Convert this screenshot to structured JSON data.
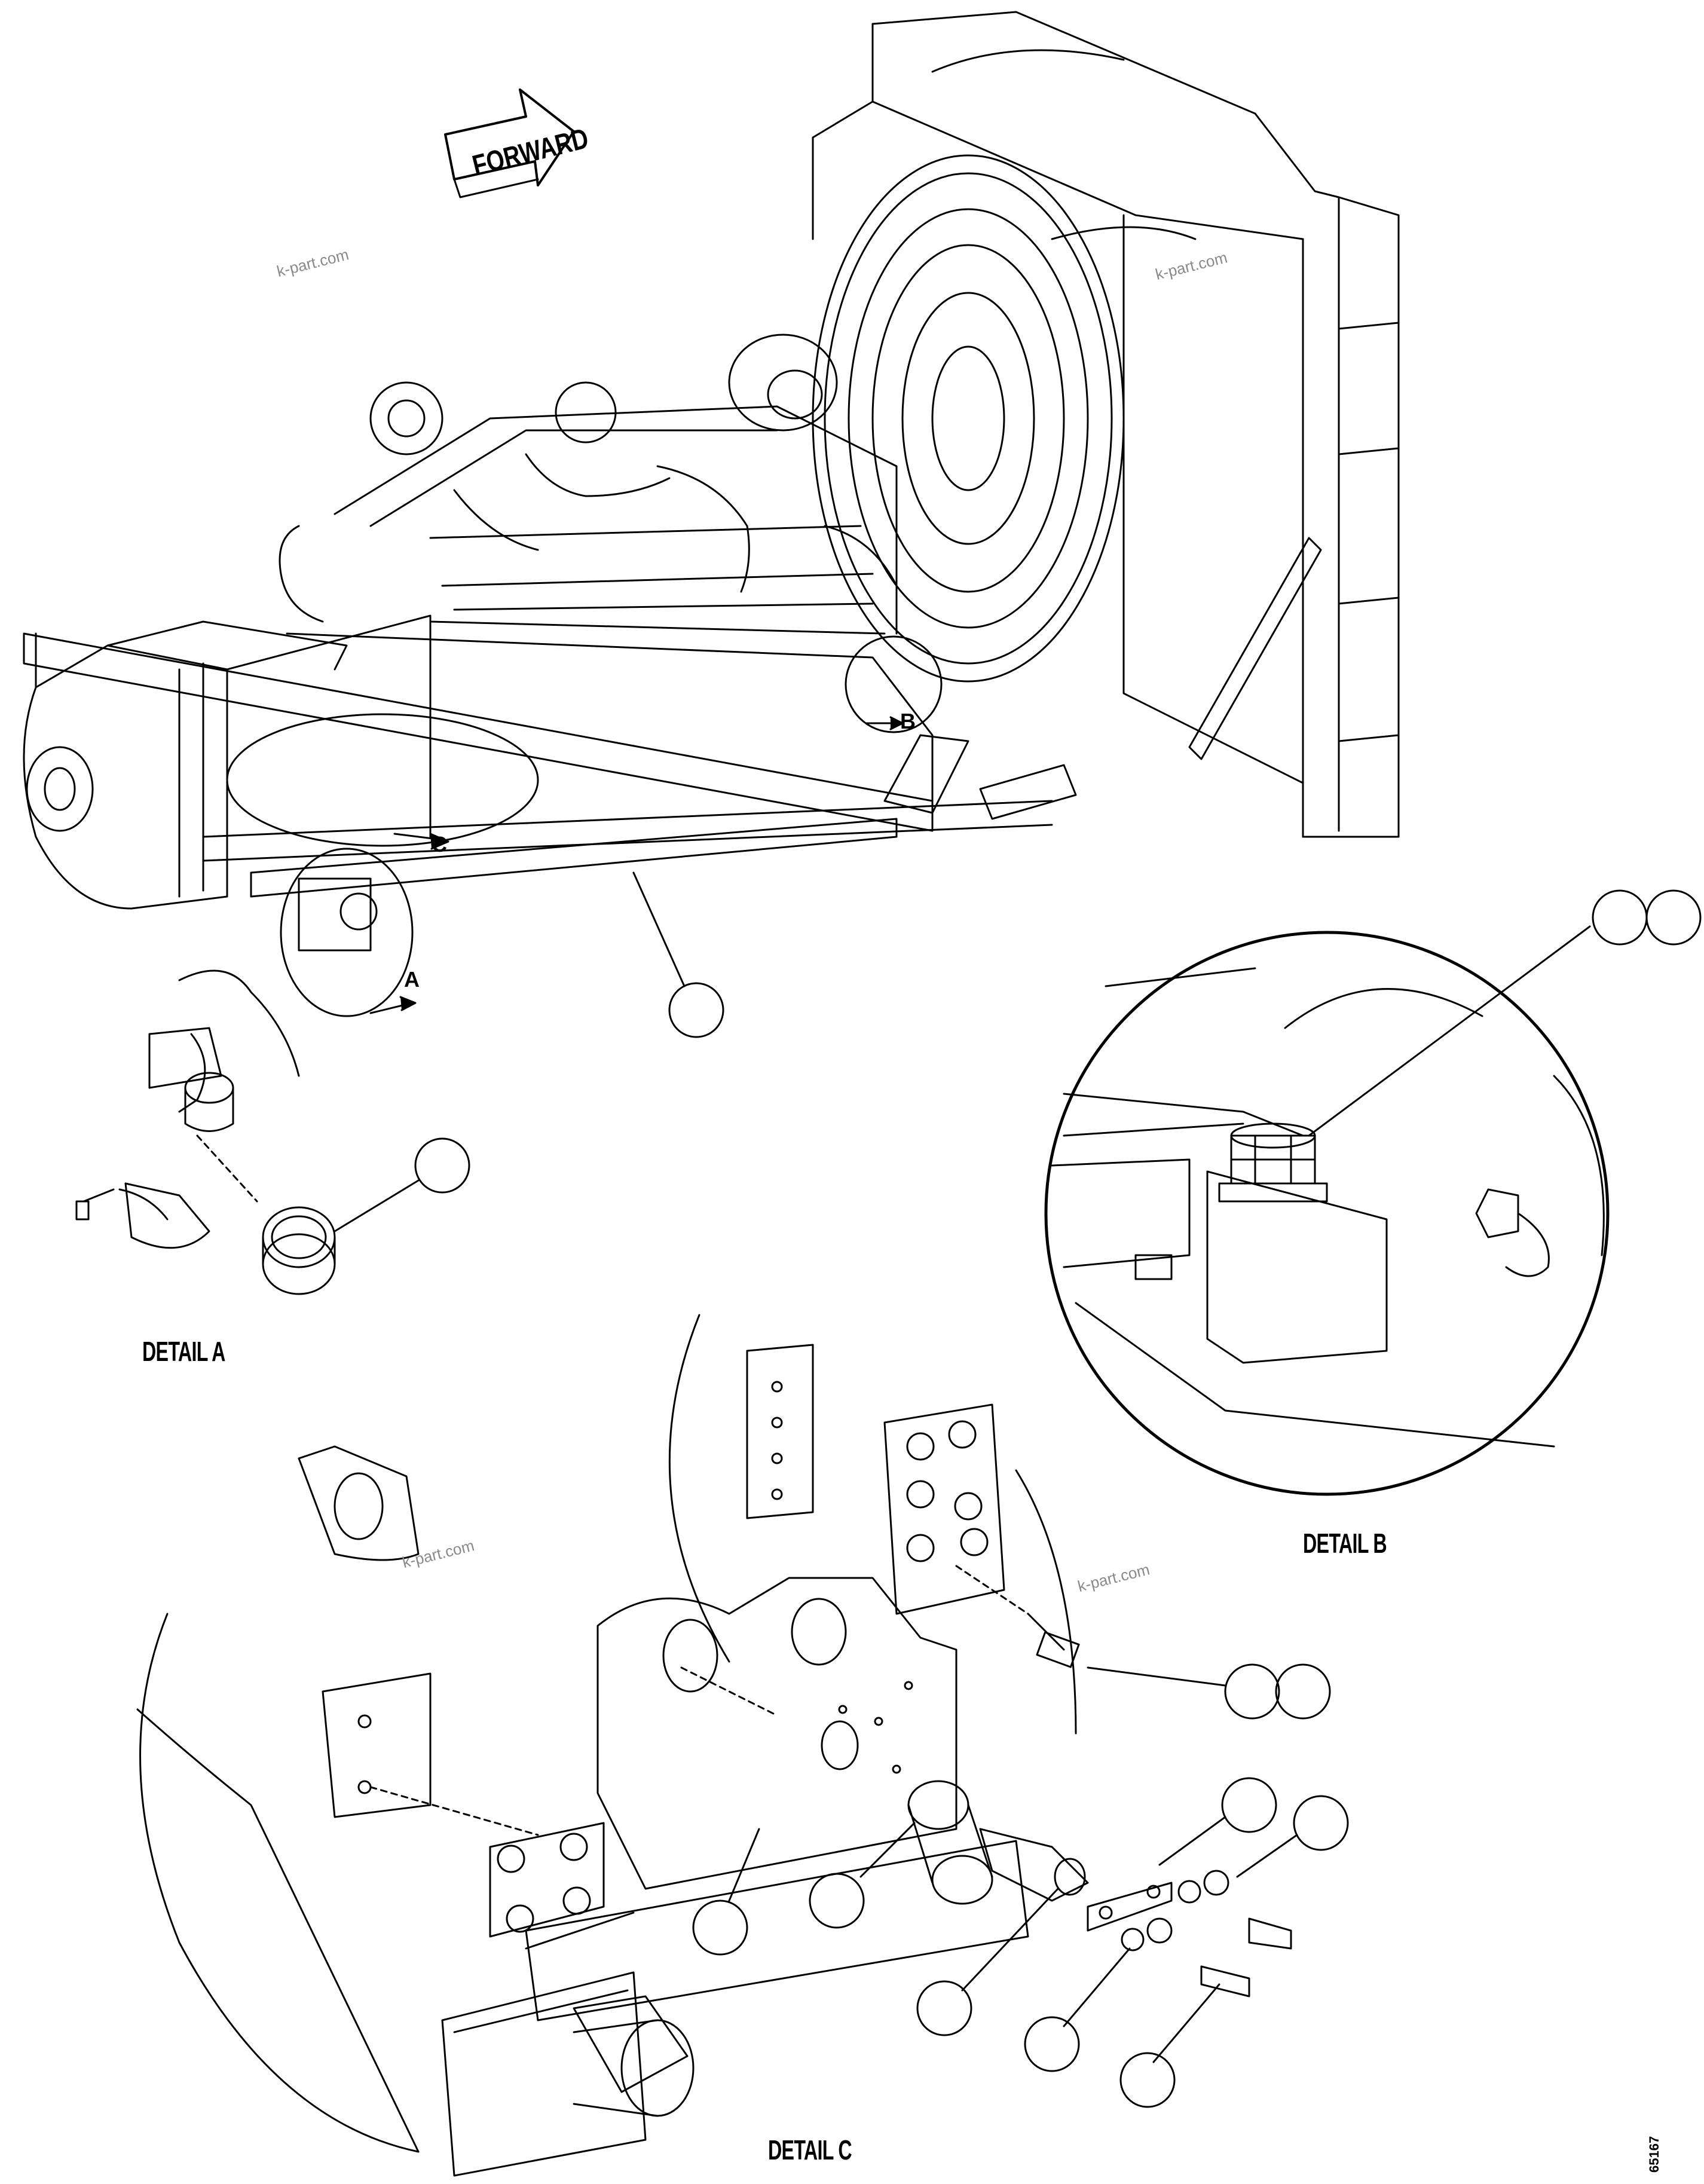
{
  "forward_arrow": {
    "label": "FORWARD"
  },
  "view_letters": {
    "a": "A",
    "b": "B",
    "c": "C"
  },
  "detail_labels": {
    "detail_a": "DETAIL A",
    "detail_b": "DETAIL B",
    "detail_c": "DETAIL C"
  },
  "watermark": "k-part.com",
  "figure_number": "65167",
  "colors": {
    "line": "#000000",
    "background": "#ffffff",
    "watermark": "#8a8a8a"
  }
}
